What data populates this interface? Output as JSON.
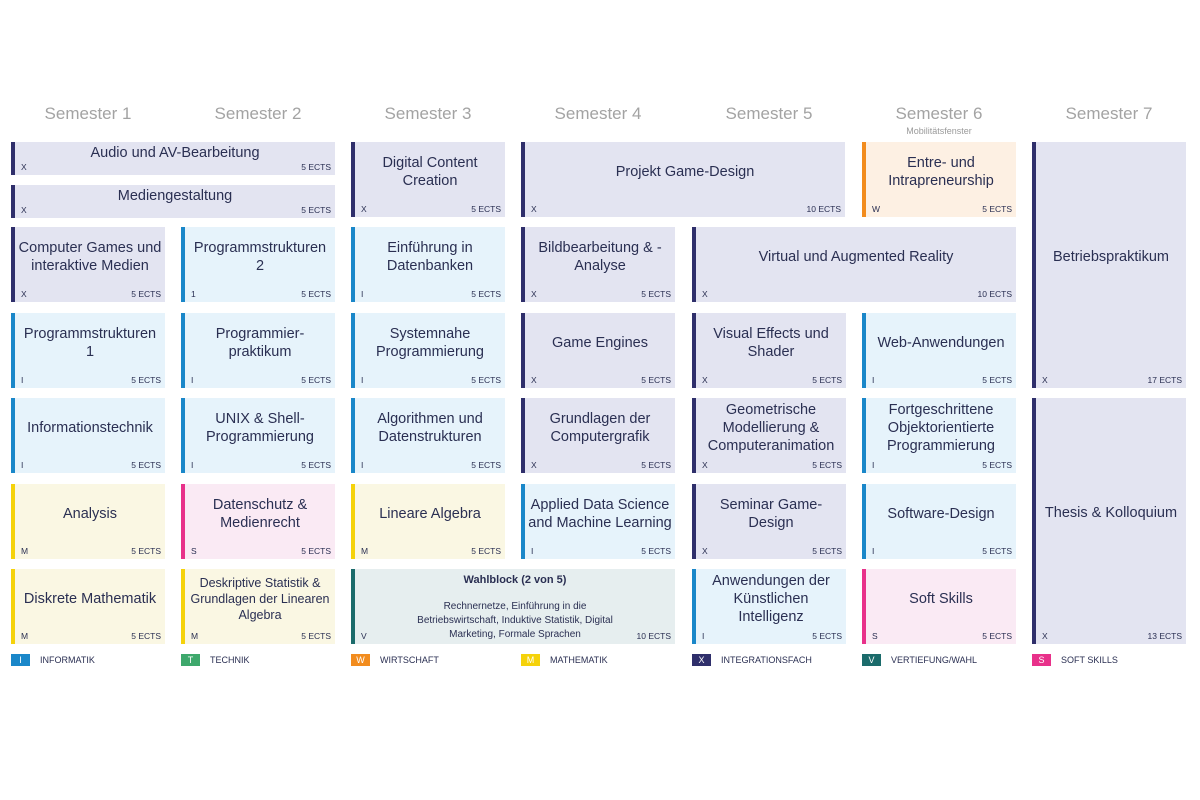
{
  "semesters": [
    {
      "label": "Semester 1"
    },
    {
      "label": "Semester 2"
    },
    {
      "label": "Semester 3"
    },
    {
      "label": "Semester 4"
    },
    {
      "label": "Semester 5"
    },
    {
      "label": "Semester 6",
      "sublabel": "Mobilitätsfenster"
    },
    {
      "label": "Semester 7"
    }
  ],
  "modules": [
    {
      "title": "Audio und AV-Bearbeitung",
      "code": "X",
      "ects": "5 ECTS",
      "cat": "X",
      "col": 0,
      "span": 2,
      "row": 0,
      "half": 0
    },
    {
      "title": "Mediengestaltung",
      "code": "X",
      "ects": "5 ECTS",
      "cat": "X",
      "col": 0,
      "span": 2,
      "row": 0,
      "half": 1
    },
    {
      "title": "Digital Content Creation",
      "code": "X",
      "ects": "5 ECTS",
      "cat": "X",
      "col": 2,
      "span": 1,
      "row": 0
    },
    {
      "title": "Projekt Game-Design",
      "code": "X",
      "ects": "10 ECTS",
      "cat": "X",
      "col": 3,
      "span": 2,
      "row": 0
    },
    {
      "title": "Entre- und Intrapreneurship",
      "code": "W",
      "ects": "5 ECTS",
      "cat": "W",
      "col": 5,
      "span": 1,
      "row": 0
    },
    {
      "title": "Betriebspraktikum",
      "code": "X",
      "ects": "17 ECTS",
      "cat": "X",
      "col": 6,
      "span": 1,
      "row": 0,
      "rowspan": 3
    },
    {
      "title": "Computer Games und interaktive Medien",
      "code": "X",
      "ects": "5 ECTS",
      "cat": "X",
      "col": 0,
      "span": 1,
      "row": 1
    },
    {
      "title": "Programmstrukturen 2",
      "code": "1",
      "ects": "5 ECTS",
      "cat": "I",
      "col": 1,
      "span": 1,
      "row": 1
    },
    {
      "title": "Einführung in Datenbanken",
      "code": "I",
      "ects": "5 ECTS",
      "cat": "I",
      "col": 2,
      "span": 1,
      "row": 1
    },
    {
      "title": "Bildbearbeitung & -Analyse",
      "code": "X",
      "ects": "5 ECTS",
      "cat": "X",
      "col": 3,
      "span": 1,
      "row": 1
    },
    {
      "title": "Virtual und Augmented Reality",
      "code": "X",
      "ects": "10 ECTS",
      "cat": "X",
      "col": 4,
      "span": 2,
      "row": 1
    },
    {
      "title": "Programmstrukturen 1",
      "code": "I",
      "ects": "5 ECTS",
      "cat": "I",
      "col": 0,
      "span": 1,
      "row": 2
    },
    {
      "title": "Programmier-praktikum",
      "code": "I",
      "ects": "5 ECTS",
      "cat": "I",
      "col": 1,
      "span": 1,
      "row": 2
    },
    {
      "title": "Systemnahe Programmierung",
      "code": "I",
      "ects": "5 ECTS",
      "cat": "I",
      "col": 2,
      "span": 1,
      "row": 2
    },
    {
      "title": "Game Engines",
      "code": "X",
      "ects": "5 ECTS",
      "cat": "X",
      "col": 3,
      "span": 1,
      "row": 2
    },
    {
      "title": "Visual Effects und Shader",
      "code": "X",
      "ects": "5 ECTS",
      "cat": "X",
      "col": 4,
      "span": 1,
      "row": 2
    },
    {
      "title": "Web-Anwendungen",
      "code": "I",
      "ects": "5 ECTS",
      "cat": "I",
      "col": 5,
      "span": 1,
      "row": 2
    },
    {
      "title": "Informationstechnik",
      "code": "I",
      "ects": "5 ECTS",
      "cat": "I",
      "col": 0,
      "span": 1,
      "row": 3
    },
    {
      "title": "UNIX & Shell-Programmierung",
      "code": "I",
      "ects": "5 ECTS",
      "cat": "I",
      "col": 1,
      "span": 1,
      "row": 3
    },
    {
      "title": "Algorithmen und Datenstrukturen",
      "code": "I",
      "ects": "5 ECTS",
      "cat": "I",
      "col": 2,
      "span": 1,
      "row": 3
    },
    {
      "title": "Grundlagen der Computergrafik",
      "code": "X",
      "ects": "5 ECTS",
      "cat": "X",
      "col": 3,
      "span": 1,
      "row": 3
    },
    {
      "title": "Geometrische Modellierung & Computeranimation",
      "code": "X",
      "ects": "5 ECTS",
      "cat": "X",
      "col": 4,
      "span": 1,
      "row": 3
    },
    {
      "title": "Fortgeschrittene Objektorientierte Programmierung",
      "code": "I",
      "ects": "5 ECTS",
      "cat": "I",
      "col": 5,
      "span": 1,
      "row": 3
    },
    {
      "title": "Thesis & Kolloquium",
      "code": "X",
      "ects": "13 ECTS",
      "cat": "X",
      "col": 6,
      "span": 1,
      "row": 3,
      "rowspan": 3
    },
    {
      "title": "Analysis",
      "code": "M",
      "ects": "5 ECTS",
      "cat": "M",
      "col": 0,
      "span": 1,
      "row": 4
    },
    {
      "title": "Datenschutz & Medienrecht",
      "code": "S",
      "ects": "5 ECTS",
      "cat": "S",
      "col": 1,
      "span": 1,
      "row": 4
    },
    {
      "title": "Lineare Algebra",
      "code": "M",
      "ects": "5 ECTS",
      "cat": "M",
      "col": 2,
      "span": 1,
      "row": 4
    },
    {
      "title": "Applied Data Science and Machine Learning",
      "code": "I",
      "ects": "5 ECTS",
      "cat": "I",
      "col": 3,
      "span": 1,
      "row": 4
    },
    {
      "title": "Seminar Game-Design",
      "code": "X",
      "ects": "5 ECTS",
      "cat": "X",
      "col": 4,
      "span": 1,
      "row": 4
    },
    {
      "title": "Software-Design",
      "code": "I",
      "ects": "5 ECTS",
      "cat": "I",
      "col": 5,
      "span": 1,
      "row": 4
    },
    {
      "title": "Diskrete Mathematik",
      "code": "M",
      "ects": "5 ECTS",
      "cat": "M",
      "col": 0,
      "span": 1,
      "row": 5
    },
    {
      "title": "Deskriptive Statistik & Grundlagen der Linearen Algebra",
      "code": "M",
      "ects": "5 ECTS",
      "cat": "M",
      "col": 1,
      "span": 1,
      "row": 5,
      "small": true
    },
    {
      "title": "Wahlblock (2 von 5)",
      "desc": "Rechnernetze, Einführung in die Betriebswirtschaft, Induktive Statistik, Digital Marketing, Formale Sprachen",
      "code": "V",
      "ects": "10 ECTS",
      "cat": "V",
      "col": 2,
      "span": 2,
      "row": 5,
      "wahl": true
    },
    {
      "title": "Anwendungen der Künstlichen Intelligenz",
      "code": "I",
      "ects": "5 ECTS",
      "cat": "I",
      "col": 4,
      "span": 1,
      "row": 5
    },
    {
      "title": "Soft Skills",
      "code": "S",
      "ects": "5 ECTS",
      "cat": "S",
      "col": 5,
      "span": 1,
      "row": 5
    }
  ],
  "legend": [
    {
      "code": "I",
      "label": "INFORMATIK",
      "color": "#1a87c9"
    },
    {
      "code": "T",
      "label": "TECHNIK",
      "color": "#3ea86c"
    },
    {
      "code": "W",
      "label": "WIRTSCHAFT",
      "color": "#f28c1e"
    },
    {
      "code": "M",
      "label": "MATHEMATIK",
      "color": "#f5d20a"
    },
    {
      "code": "X",
      "label": "INTEGRATIONSFACH",
      "color": "#2f2f6b"
    },
    {
      "code": "V",
      "label": "VERTIEFUNG/WAHL",
      "color": "#1b6b6b"
    },
    {
      "code": "S",
      "label": "SOFT SKILLS",
      "color": "#e8318a"
    }
  ]
}
